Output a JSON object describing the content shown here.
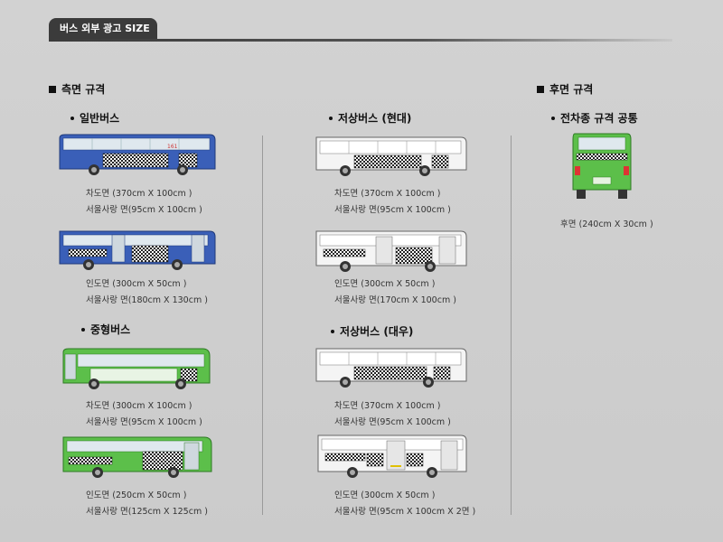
{
  "header": {
    "title": "버스 외부 광고 SIZE"
  },
  "side": {
    "title": "측면 규격"
  },
  "rear": {
    "title": "후면 규격",
    "sub": "전차종 규격 공통",
    "caption": "후면 (240cm X 30cm )"
  },
  "general": {
    "title": "일반버스",
    "route": "161",
    "c1a": "차도면 (370cm X 100cm )",
    "c1b": "서울사랑 면(95cm X 100cm )",
    "c2a": "인도면 (300cm X 50cm )",
    "c2b": "서울사랑 면(180cm X 130cm )"
  },
  "medium": {
    "title": "중형버스",
    "c1a": "차도면 (300cm X 100cm )",
    "c1b": "서울사랑 면(95cm X 100cm )",
    "c2a": "인도면 (250cm X 50cm )",
    "c2b": "서울사랑 면(125cm X 125cm )"
  },
  "hyundai": {
    "title": "저상버스 (현대)",
    "c1a": "차도면 (370cm X 100cm )",
    "c1b": "서울사랑 면(95cm X 100cm )",
    "c2a": "인도면 (300cm X 50cm )",
    "c2b": "서울사랑 면(170cm X 100cm )"
  },
  "daewoo": {
    "title": "저상버스 (대우)",
    "c1a": "차도면 (370cm X 100cm )",
    "c1b": "서울사랑 면(95cm X 100cm )",
    "c2a": "인도면 (300cm X 50cm )",
    "c2b": "서울사랑 면(95cm X 100cm X 2면 )"
  },
  "colors": {
    "blue_bus": "#3a5fb8",
    "green_bus": "#5cbf4a",
    "white_bus": "#f4f4f4",
    "window": "#dfe8ee",
    "header_dark": "#3b3b3b"
  }
}
